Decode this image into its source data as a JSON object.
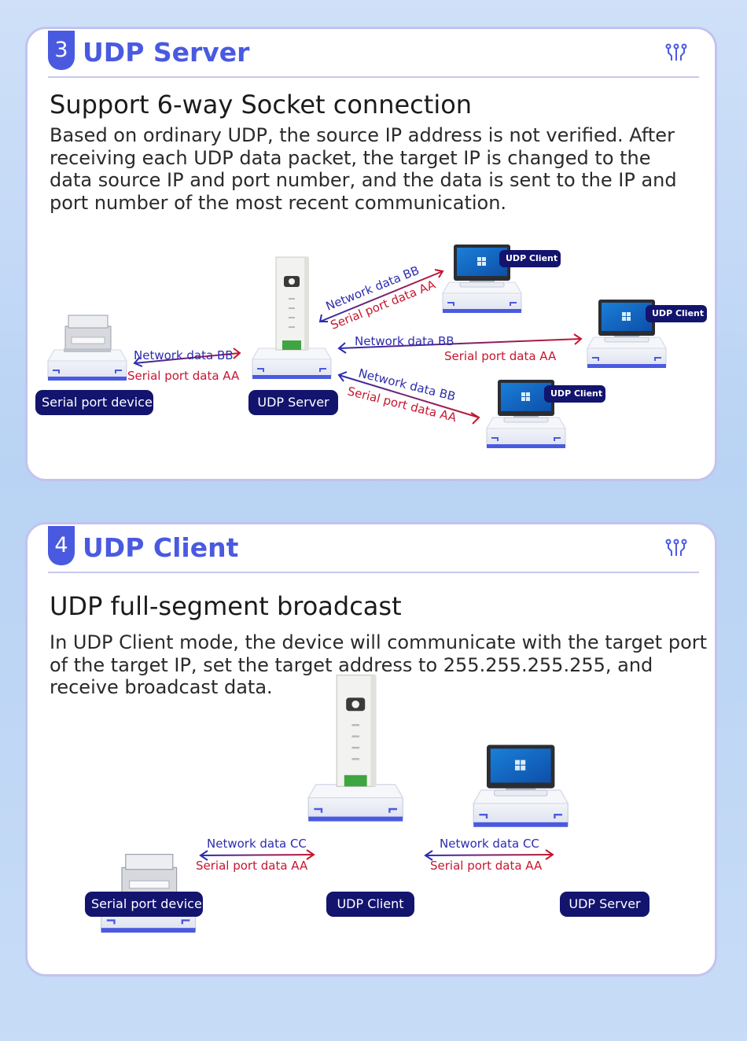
{
  "server_section": {
    "number": "3",
    "heading": "UDP Server",
    "subtitle": "Support 6-way Socket connection",
    "description": "Based on ordinary UDP, the source IP address is not verified. After receiving each UDP data packet, the target IP is changed to the data source IP and port number, and the data is sent to the IP and port number of the most recent communication.",
    "icon": "circuit-icon",
    "labels": {
      "serial_device": "Serial port device",
      "server": "UDP Server",
      "client_1": "UDP Client",
      "client_2": "UDP Client",
      "client_3": "UDP Client"
    },
    "links": {
      "device_network": "Network data BB",
      "device_serial": "Serial port data AA",
      "client1_network": "Network data BB",
      "client1_serial": "Serial port data AA",
      "client2_network": "Network data BB",
      "client2_serial": "Serial port data AA",
      "client3_network": "Network data BB",
      "client3_serial": "Serial port data AA"
    }
  },
  "client_section": {
    "number": "4",
    "heading": "UDP Client",
    "subtitle": "UDP full-segment broadcast",
    "description": "In UDP Client mode, the device will communicate with the target port of the target IP, set the target address to 255.255.255.255, and receive broadcast data.",
    "icon": "circuit-icon",
    "labels": {
      "serial_device": "Serial port device",
      "client": "UDP Client",
      "server": "UDP Server"
    },
    "links": {
      "left_network": "Network data CC",
      "left_serial": "Serial port data AA",
      "right_network": "Network data CC",
      "right_serial": "Serial port data AA"
    }
  },
  "colors": {
    "accent": "#4a5ae0",
    "pill": "#13146e",
    "network_arrow": "#2d2cae",
    "serial_arrow": "#c6162f",
    "card_border": "#c2c3ef"
  }
}
